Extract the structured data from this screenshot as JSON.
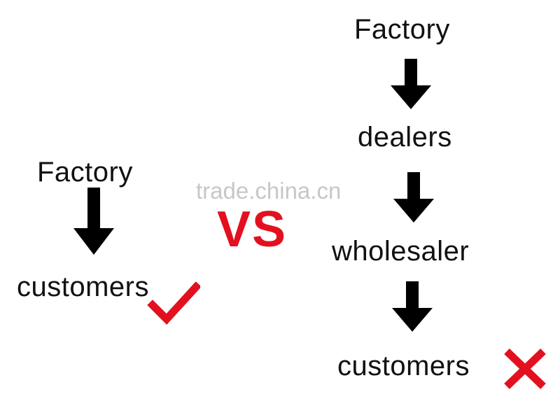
{
  "left_flow": {
    "source": "Factory",
    "target": "customers",
    "verdict_icon": "red-checkmark-icon"
  },
  "comparison_label": "VS",
  "watermark": "trade.china.cn",
  "right_flow": {
    "steps": [
      "Factory",
      "dealers",
      "wholesaler",
      "customers"
    ],
    "verdict_icon": "red-cross-icon"
  },
  "colors": {
    "text": "#111111",
    "arrow": "#000000",
    "accent": "#e3101f",
    "watermark": "#c7c7c7"
  }
}
